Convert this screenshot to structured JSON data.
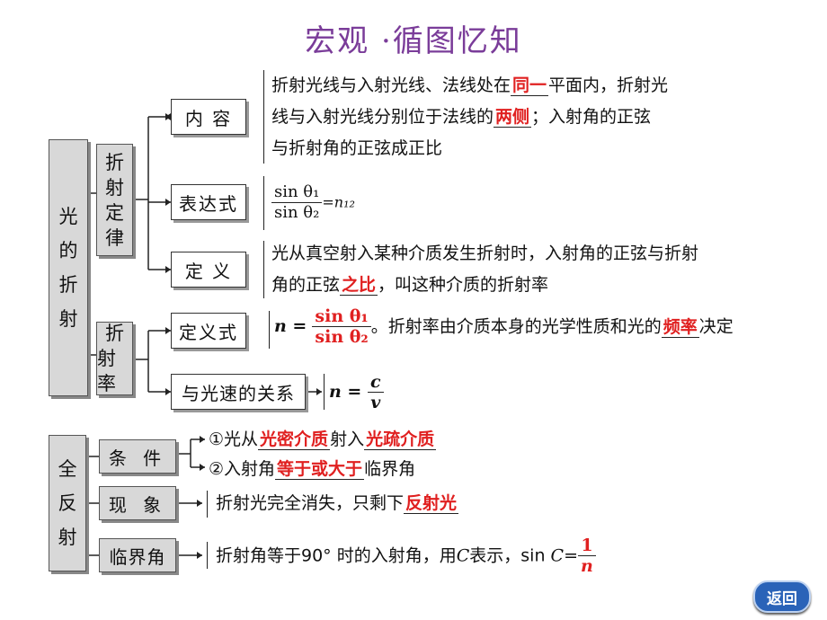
{
  "title": "宏观 ·循图忆知",
  "refraction": {
    "root": [
      "光",
      "的",
      "折",
      "射"
    ],
    "law": [
      "折",
      "射",
      "定",
      "律"
    ],
    "index": [
      "折",
      "射率"
    ],
    "content_label": "内 容",
    "content_line1a": "折射光线与入射光线、法线处在",
    "content_blank1": "同一",
    "content_line1b": "平面内，折射光",
    "content_line2a": "线与入射光线分别位于法线的",
    "content_blank2": "两侧",
    "content_line2b": "；入射角的正弦",
    "content_line3": "与折射角的正弦成正比",
    "expr_label": "表达式",
    "expr_num": "sin θ₁",
    "expr_den": "sin θ₂",
    "expr_rhs": "=n₁₂",
    "def_label": "定 义",
    "def_line1": "光从真空射入某种介质发生折射时，入射角的正弦与折射",
    "def_line2a": "角的正弦",
    "def_blank": "之比",
    "def_line2b": "，叫这种介质的折射率",
    "defeq_label": "定义式",
    "defeq_lhs": "n =",
    "defeq_num": "sin θ₁",
    "defeq_den": "sin θ₂",
    "defeq_text_a": "。折射率由介质本身的光学性质和光的",
    "defeq_blank": "频率",
    "defeq_text_b": "决定",
    "speed_label": "与光速的关系",
    "speed_lhs": "n =",
    "speed_num": "c",
    "speed_den": "v"
  },
  "total_reflection": {
    "root": [
      "全",
      "反",
      "射"
    ],
    "cond_label": "条 件",
    "cond1_a": "①光从",
    "cond1_blank1": "光密介质",
    "cond1_b": "射入",
    "cond1_blank2": "光疏介质",
    "cond2_a": "②入射角",
    "cond2_blank": "等于或大于",
    "cond2_b": "临界角",
    "phen_label": "现 象",
    "phen_a": "折射光完全消失，只剩下",
    "phen_blank": "反射光",
    "crit_label": "临界角",
    "crit_a": "折射角等于90° 时的入射角，用",
    "crit_c": "C",
    "crit_b": "表示，sin",
    "crit_eq": "C=",
    "crit_num": "1",
    "crit_den": "n"
  },
  "back_button": "返回"
}
